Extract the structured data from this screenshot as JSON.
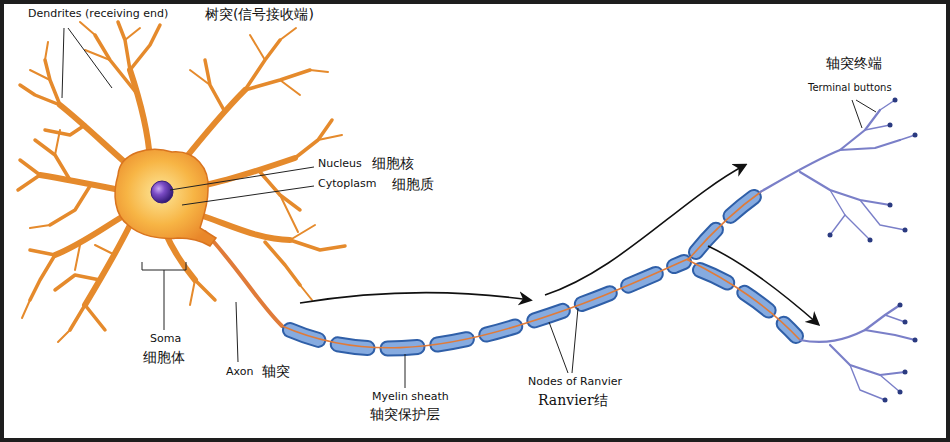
{
  "diagram": {
    "labels": [
      "Dendrites (receiving end)",
      "树突(信号接收端)",
      "轴突终端",
      "Terminal buttons",
      "Nucleus",
      "细胞核",
      "Cytoplasm",
      "细胞质",
      "Soma",
      "细胞体",
      "Axon",
      "轴突",
      "Nodes of Ranvier",
      "Ranvier结",
      "Myelin sheath",
      "轴突保护层"
    ]
  }
}
